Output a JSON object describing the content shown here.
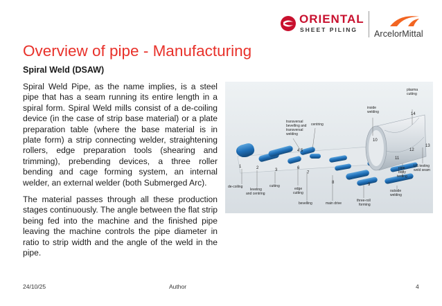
{
  "header": {
    "oriental_logo_text": "ORIENTAL",
    "oriental_logo_sub": "SHEET PILING",
    "arcelormittal_logo_text": "ArcelorMittal"
  },
  "slide": {
    "title": "Overview of pipe - Manufacturing",
    "subtitle": "Spiral Weld (DSAW)",
    "paragraph_1": "Spiral Weld Pipe, as the name implies, is a steel pipe that has a seam running its entire length in a spiral form. Spiral Weld mills consist of a de-coiling device (in the case of strip base material) or a plate preparation table (where the base material is in plate form) a strip connecting welder, straightening rollers, edge preparation tools (shearing and trimming), prebending devices, a three roller bending and cage forming system, an internal welder, an external welder (both Submerged Arc).",
    "paragraph_2": "The material passes through all these production stages continuously. The angle between the flat strip being fed into the machine and the finished pipe leaving the machine controls the pipe diameter in ratio to strip width and the angle of the weld in the pipe."
  },
  "diagram": {
    "labels": {
      "plasma_cutting": "plasma",
      "plasma_cutting_2": "cutting",
      "inside_welding": "inside",
      "inside_welding_2": "welding",
      "transversal": "transversal",
      "transversal_2": "bevelling and",
      "transversal_3": "transversal",
      "transversal_4": "welding",
      "centring": "centring",
      "de_coiling": "de-coiling",
      "leveling": "leveling",
      "leveling_2": "and centring",
      "cutting": "cutting",
      "edge_cutting": "edge",
      "edge_cutting_2": "cutting",
      "bevelling": "bevelling",
      "main_drive": "main drive",
      "three_roll": "three-roll",
      "three_roll_2": "forming",
      "outside_welding": "outside",
      "outside_welding_2": "welding",
      "pipe_body": "pipe",
      "pipe_body_2": "body",
      "pipe_body_3": "testing",
      "us_testing": "US testing",
      "us_testing_2": "weld seam"
    },
    "numbers": {
      "n1": "1",
      "n2": "2",
      "n3": "3",
      "n45": "4 5",
      "n6": "6",
      "n7": "7",
      "n8": "8",
      "n9": "9",
      "n10": "10",
      "n11": "11",
      "n12": "12",
      "n13": "13",
      "n14": "14"
    }
  },
  "footer": {
    "date": "24/10/25",
    "author": "Author",
    "page": "4"
  }
}
